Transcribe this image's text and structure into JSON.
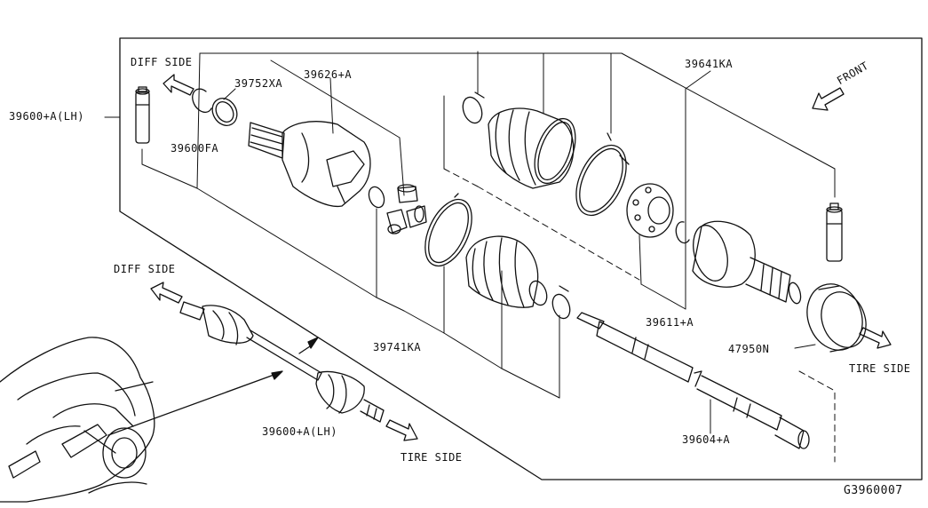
{
  "diagram": {
    "reference_code": "G3960007",
    "labels": {
      "assy_lh": "39600+A(LH)",
      "boot_kit_inner": "39600FA",
      "circlip_top": "39752XA",
      "inner_joint": "39626+A",
      "outer_joint_kit": "39641KA",
      "front": "FRONT",
      "diff_side_top": "DIFF SIDE",
      "diff_side_left": "DIFF SIDE",
      "boot_kit": "39741KA",
      "outer_joint_assy": "39611+A",
      "bearing": "47950N",
      "tire_side_right": "TIRE SIDE",
      "tire_side_bottom": "TIRE SIDE",
      "assy_lh_bottom": "39600+A(LH)",
      "shaft": "39604+A"
    }
  }
}
